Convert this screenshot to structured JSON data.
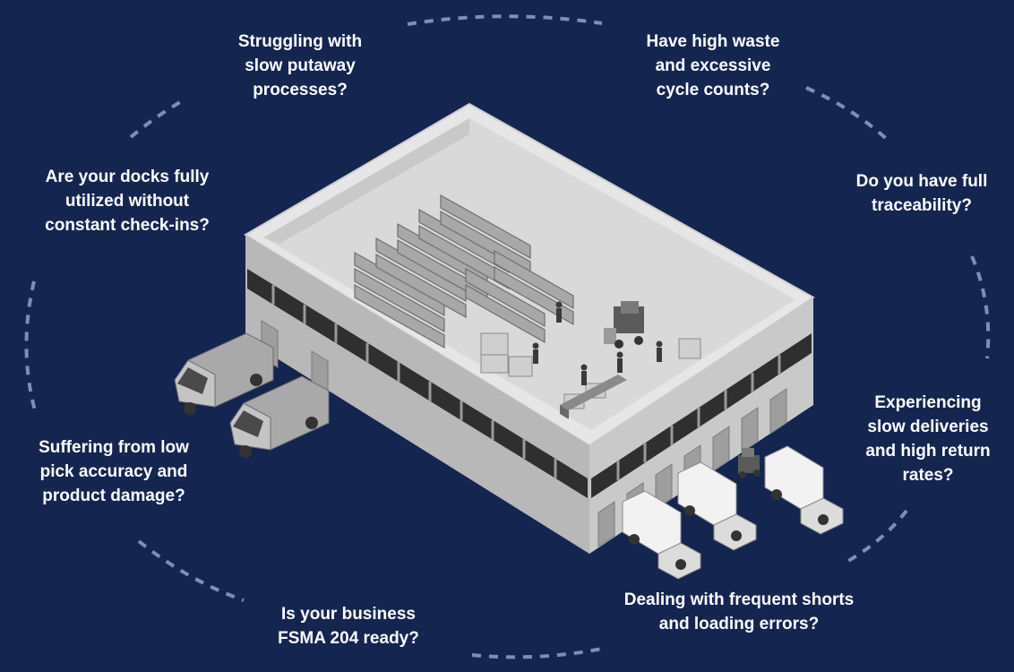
{
  "questions": [
    {
      "id": "putaway",
      "text": "Struggling with\nslow putaway\nprocesses?"
    },
    {
      "id": "waste",
      "text": "Have high waste\nand excessive\ncycle counts?"
    },
    {
      "id": "docks",
      "text": "Are your docks fully\nutilized without\nconstant check-ins?"
    },
    {
      "id": "traceability",
      "text": "Do you have full\ntraceability?"
    },
    {
      "id": "deliveries",
      "text": "Experiencing\nslow deliveries\nand high return\nrates?"
    },
    {
      "id": "pick-accuracy",
      "text": "Suffering from low\npick accuracy and\nproduct damage?"
    },
    {
      "id": "shorts",
      "text": "Dealing with frequent shorts\nand loading errors?"
    },
    {
      "id": "fsma",
      "text": "Is your business\nFSMA 204 ready?"
    }
  ],
  "colors": {
    "background": "#14254f",
    "dash": "#7d8fb3",
    "text": "#ffffff",
    "building_roof": "#e6e6e6",
    "building_side": "#bdbdbd",
    "window_band": "#2f2f2f"
  },
  "icons": [
    "warehouse-illustration",
    "van-icon",
    "box-truck-icon",
    "forklift-icon",
    "storage-rack-icon",
    "worker-icon"
  ]
}
